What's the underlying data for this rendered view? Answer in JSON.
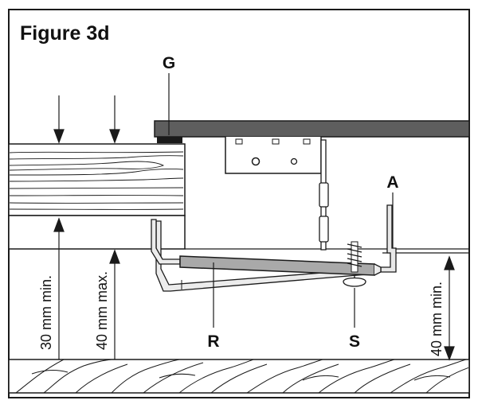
{
  "figure": {
    "title": "Figure 3d"
  },
  "labels": {
    "g": "G",
    "a": "A",
    "r": "R",
    "s": "S"
  },
  "dimensions": {
    "min_30": "30 mm min.",
    "max_40": "40 mm max.",
    "min_40": "40 mm min."
  },
  "colors": {
    "line": "#1a1a1a",
    "panel": "#5e5e5e",
    "rail_fill": "#a9a9a9",
    "bracket_fill": "#ececec",
    "background": "#ffffff"
  }
}
